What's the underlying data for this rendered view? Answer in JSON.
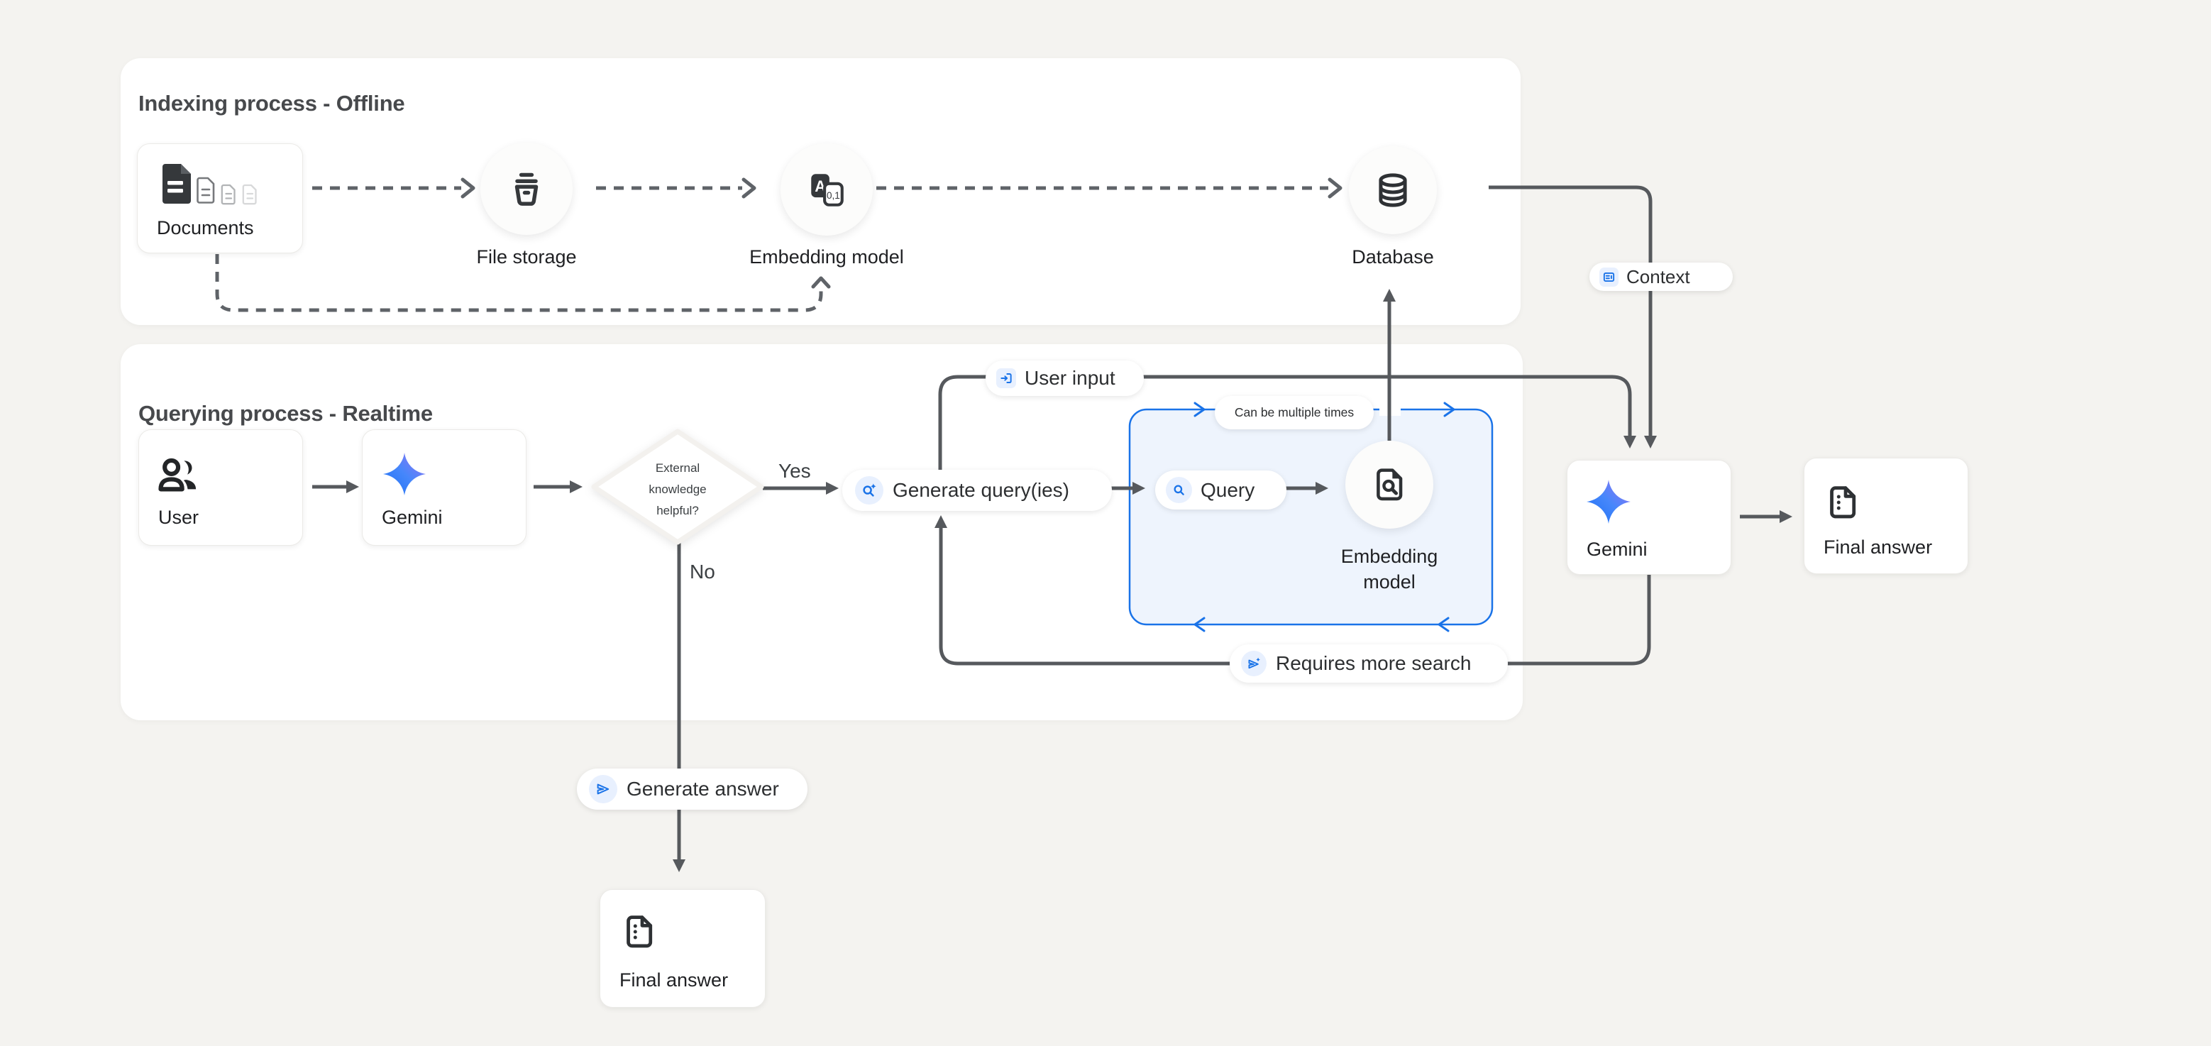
{
  "sections": {
    "indexing": {
      "title": "Indexing process - Offline"
    },
    "querying": {
      "title": "Querying process - Realtime"
    }
  },
  "nodes": {
    "documents": {
      "label": "Documents"
    },
    "file_storage": {
      "label": "File storage"
    },
    "embedding_offline": {
      "label": "Embedding model"
    },
    "database": {
      "label": "Database"
    },
    "user": {
      "label": "User"
    },
    "gemini_query": {
      "label": "Gemini"
    },
    "gemini_answer": {
      "label": "Gemini"
    },
    "final_answer_right": {
      "label": "Final answer"
    },
    "final_answer_bottom": {
      "label": "Final answer"
    },
    "embedding_query": {
      "line1": "Embedding",
      "line2": "model"
    }
  },
  "decision": {
    "line1": "External",
    "line2": "knowledge",
    "line3": "helpful?"
  },
  "pills": {
    "context": {
      "label": "Context"
    },
    "user_input": {
      "label": "User input"
    },
    "generate_queries": {
      "label": "Generate query(ies)"
    },
    "query": {
      "label": "Query"
    },
    "can_multiple": {
      "label": "Can be multiple times"
    },
    "requires_more": {
      "label": "Requires more search"
    },
    "generate_answer": {
      "label": "Generate answer"
    }
  },
  "edge_labels": {
    "yes": "Yes",
    "no": "No"
  },
  "embedding_icon": {
    "letter": "A",
    "digits": "0,1"
  },
  "colors": {
    "accent_blue": "#1a73e8",
    "chip_blue_bg": "#e8f0fe",
    "flow_line": "#56595d",
    "dashed_line": "#5f6368",
    "loop_box_fill": "#eef4fd",
    "panel_bg": "#ffffff",
    "page_bg": "#f4f3f0",
    "gemini_gradient_start": "#217bfe",
    "gemini_gradient_end": "#9b72f2"
  }
}
